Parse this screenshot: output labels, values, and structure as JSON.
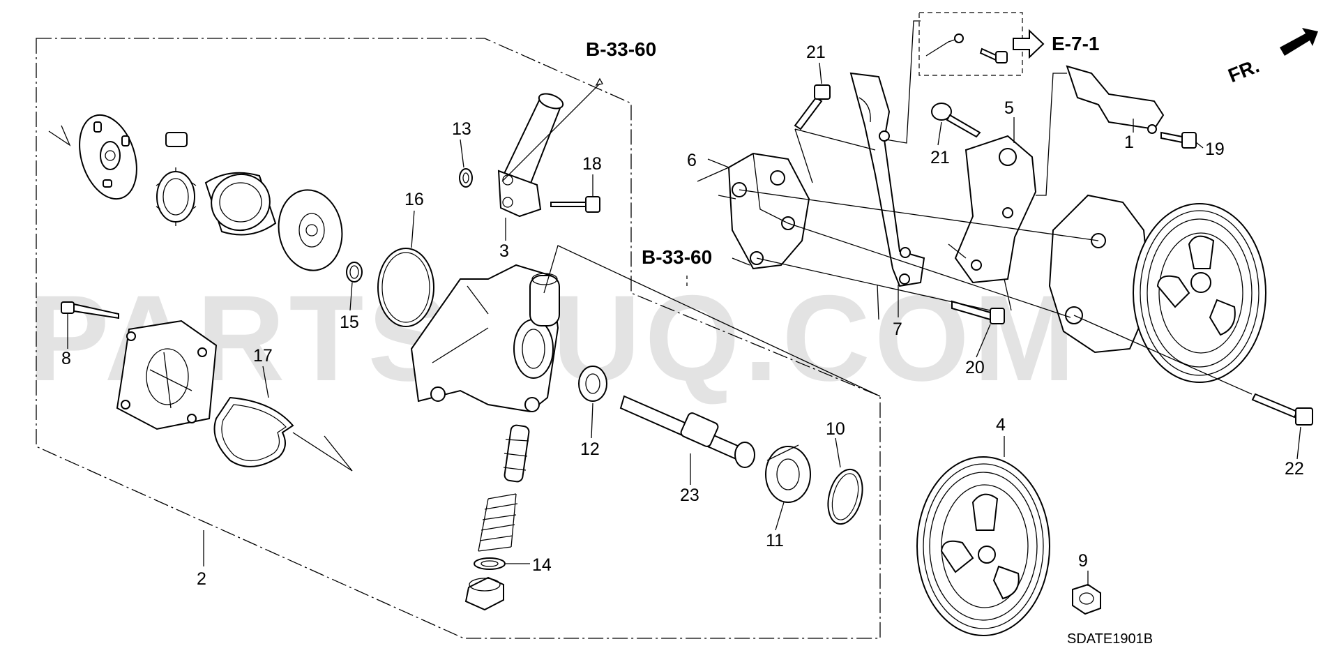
{
  "watermark": "PARTSOUQ.COM",
  "references": {
    "b33_top": "B-33-60",
    "b33_mid": "B-33-60",
    "e71": "E-7-1",
    "fr": "FR."
  },
  "diagram_code": "SDATE1901B",
  "callouts": {
    "c1": "1",
    "c2": "2",
    "c3": "3",
    "c4": "4",
    "c5": "5",
    "c6": "6",
    "c7": "7",
    "c8": "8",
    "c9": "9",
    "c10": "10",
    "c11": "11",
    "c12": "12",
    "c13": "13",
    "c14": "14",
    "c15": "15",
    "c16": "16",
    "c17": "17",
    "c18": "18",
    "c19": "19",
    "c20": "20",
    "c21a": "21",
    "c21b": "21",
    "c22": "22",
    "c23": "23"
  }
}
